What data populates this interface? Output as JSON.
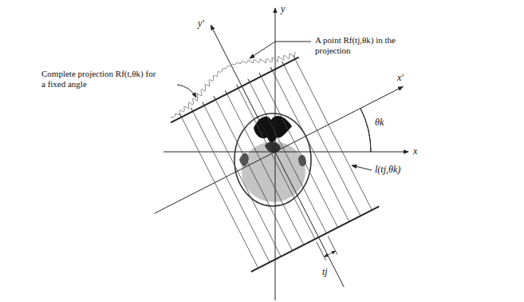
{
  "diagram": {
    "labels": [
      "Complete projection Rf(t,θk) for a fixed angle",
      "A point Rf(tj,θk) in the projection",
      "y",
      "y'",
      "x'",
      "x",
      "θk",
      "l(tj,θk)",
      "tj"
    ]
  }
}
